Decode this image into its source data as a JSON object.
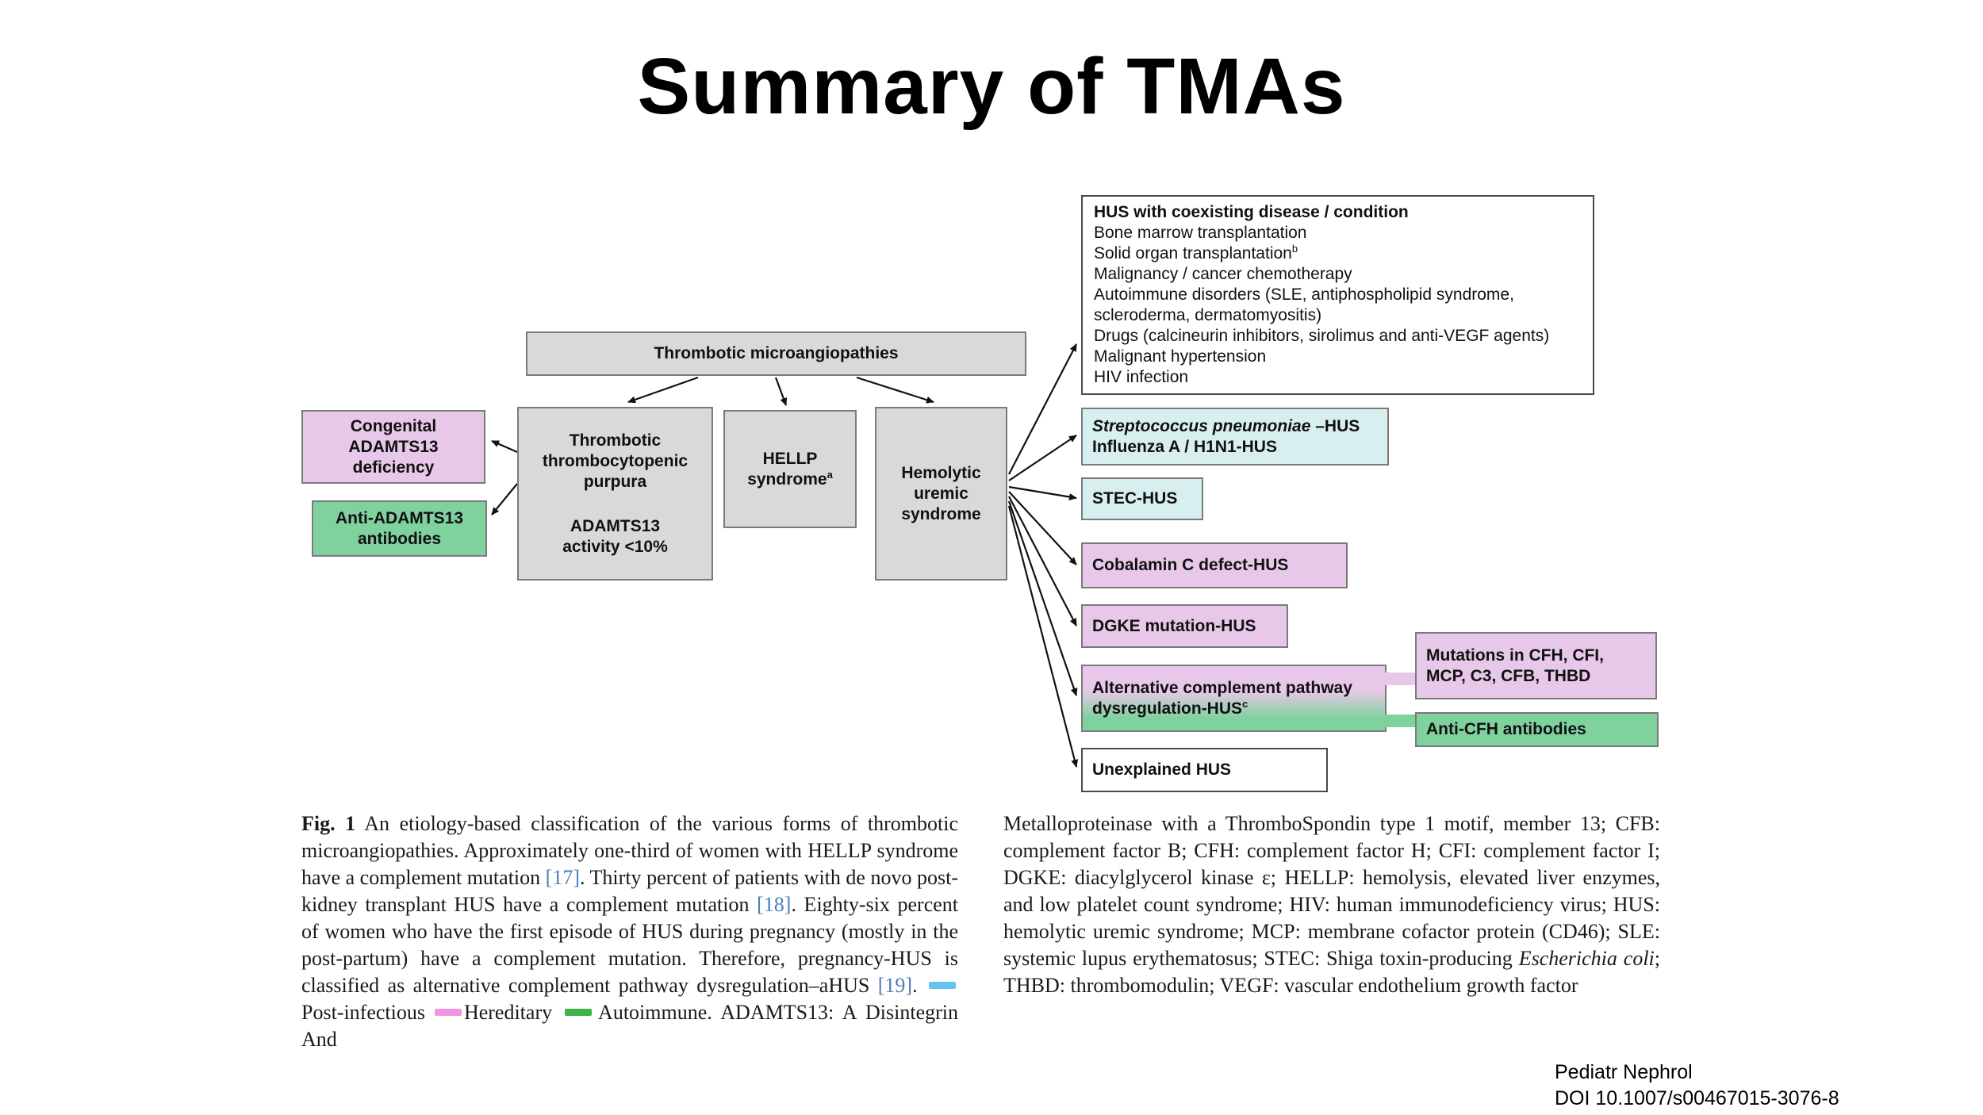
{
  "palette": {
    "gray": "#d9d9d9",
    "pink": "#e8c8e8",
    "green": "#7fd19e",
    "cyan": "#d8efef",
    "ref-blue": "#4a7ebb",
    "legend-blue": "#66c3ee",
    "legend-pink": "#ee96e2",
    "legend-green": "#3cb44b"
  },
  "title": "Summary of TMAs",
  "diagram": {
    "root": {
      "label": "Thrombotic microangiopathies"
    },
    "congenital": {
      "l1": "Congenital",
      "l2": "ADAMTS13",
      "l3": "deficiency"
    },
    "ttp": {
      "l1": "Thrombotic",
      "l2": "thrombocytopenic",
      "l3": "purpura",
      "l4": "ADAMTS13",
      "l5": "activity <10%"
    },
    "hellp": {
      "l1": "HELLP",
      "l2": "syndrome",
      "sup": "a"
    },
    "hus": {
      "l1": "Hemolytic",
      "l2": "uremic",
      "l3": "syndrome"
    },
    "anti_adamts13": {
      "l1": "Anti-ADAMTS13",
      "l2": "antibodies"
    },
    "coexisting": {
      "header": "HUS with coexisting disease / condition",
      "r1": "Bone marrow transplantation",
      "r2": "Solid organ transplantation",
      "r2_sup": "b",
      "r3": "Malignancy / cancer chemotherapy",
      "r4": "Autoimmune disorders (SLE, antiphospholipid syndrome,",
      "r5": "scleroderma, dermatomyositis)",
      "r6": "Drugs (calcineurin inhibitors, sirolimus and anti-VEGF agents)",
      "r7": "Malignant hypertension",
      "r8": "HIV infection"
    },
    "strep": {
      "species": "Streptococcus pneumoniae",
      "rest": " –HUS",
      "l2": "Influenza A / H1N1-HUS"
    },
    "stec": {
      "label": "STEC-HUS"
    },
    "cobalamin": {
      "label": "Cobalamin C defect-HUS"
    },
    "dgke": {
      "label": "DGKE mutation-HUS"
    },
    "altcomp": {
      "l1": "Alternative complement pathway",
      "l2": "dysregulation-HUS",
      "sup": "c"
    },
    "unexplained": {
      "label": "Unexplained HUS"
    },
    "mutations": {
      "l1": "Mutations in CFH, CFI,",
      "l2": "MCP, C3, CFB, THBD"
    },
    "anti_cfh": {
      "label": "Anti-CFH antibodies"
    }
  },
  "caption": {
    "left": {
      "fig_label": "Fig. 1",
      "p1": " An etiology-based classification of the various forms of thrombotic microangiopathies. Approximately one-third of women with HELLP syndrome have a complement mutation ",
      "ref1": "[17]",
      "p2": ". Thirty percent of patients with de novo post-kidney transplant HUS have a complement mutation ",
      "ref2": "[18]",
      "p3": ". Eighty-six percent of women who have the first episode of HUS during pregnancy (mostly in the post-partum) have a complement mutation. Therefore, pregnancy-HUS is classified as alternative complement pathway dysregulation–aHUS ",
      "ref3": "[19]",
      "p4": ". ",
      "legend1": "Post-infectious",
      "legend2": "Hereditary",
      "legend3": "Autoimmune.",
      "p5": " ADAMTS13: A Disintegrin And"
    },
    "right": {
      "p1": "Metalloproteinase with a ThromboSpondin type 1 motif, member 13; CFB: complement factor B; CFH: complement factor H; CFI: complement factor I; DGKE: diacylglycerol kinase ε; HELLP: hemolysis, elevated liver enzymes, and low platelet count syndrome; HIV: human immunodeficiency virus; HUS: hemolytic uremic syndrome; MCP: membrane cofactor protein (CD46); SLE: systemic lupus erythematosus; STEC: Shiga toxin-producing ",
      "italic": "Escherichia coli",
      "p2": "; THBD: thrombomodulin; VEGF: vascular endothelium growth factor"
    }
  },
  "footer": {
    "journal": "Pediatr Nephrol",
    "doi": "DOI 10.1007/s00467015-3076-8"
  }
}
